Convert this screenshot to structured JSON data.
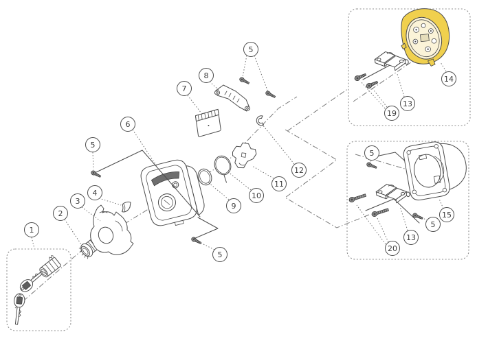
{
  "diagram": {
    "kind": "exploded-parts-diagram",
    "background_color": "#ffffff",
    "line_color": "#4b4b4b",
    "highlight_color": "#f0d04e",
    "callouts": [
      {
        "label": "1"
      },
      {
        "label": "2"
      },
      {
        "label": "3"
      },
      {
        "label": "4"
      },
      {
        "label": "5"
      },
      {
        "label": "6"
      },
      {
        "label": "7"
      },
      {
        "label": "8"
      },
      {
        "label": "5"
      },
      {
        "label": "5"
      },
      {
        "label": "9"
      },
      {
        "label": "10"
      },
      {
        "label": "11"
      },
      {
        "label": "12"
      },
      {
        "label": "19"
      },
      {
        "label": "13"
      },
      {
        "label": "14"
      },
      {
        "label": "5"
      },
      {
        "label": "20"
      },
      {
        "label": "13"
      },
      {
        "label": "5"
      },
      {
        "label": "15"
      }
    ]
  }
}
